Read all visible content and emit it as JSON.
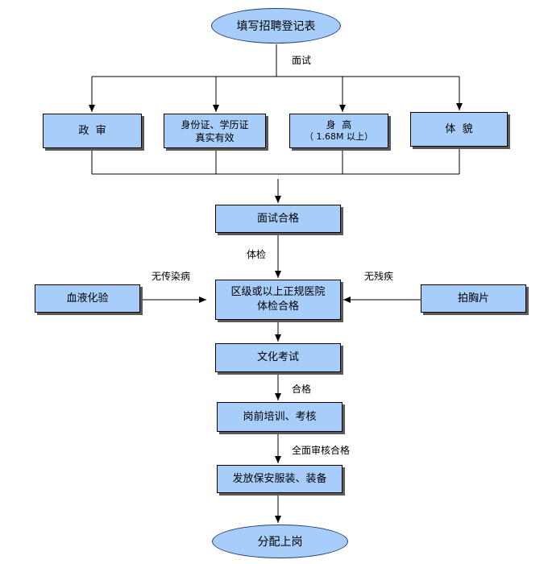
{
  "start": "填写招聘登记表",
  "end": "分配上岗",
  "boxes": {
    "political": "政  审",
    "identity_line1": "身份证、学历证",
    "identity_line2": "真实有效",
    "height_line1": "身  高",
    "height_line2": "（ 1.68M 以上）",
    "appearance": "体  貌",
    "interview_pass": "面试合格",
    "blood_test": "血液化验",
    "hospital_line1": "区级或以上正规医院",
    "hospital_line2": "体检合格",
    "chest_xray": "拍胸片",
    "culture_exam": "文化考试",
    "training": "岗前培训、考核",
    "issue_uniform": "发放保安服装、装备"
  },
  "labels": {
    "interview": "面试",
    "medical": "体检",
    "no_infection": "无传染病",
    "no_disability": "无残疾",
    "pass": "合格",
    "full_review": "全面审核合格"
  },
  "colors": {
    "box_fill": "#a7cdfa",
    "border": "#000000",
    "shadow": "#5a5a5a"
  }
}
